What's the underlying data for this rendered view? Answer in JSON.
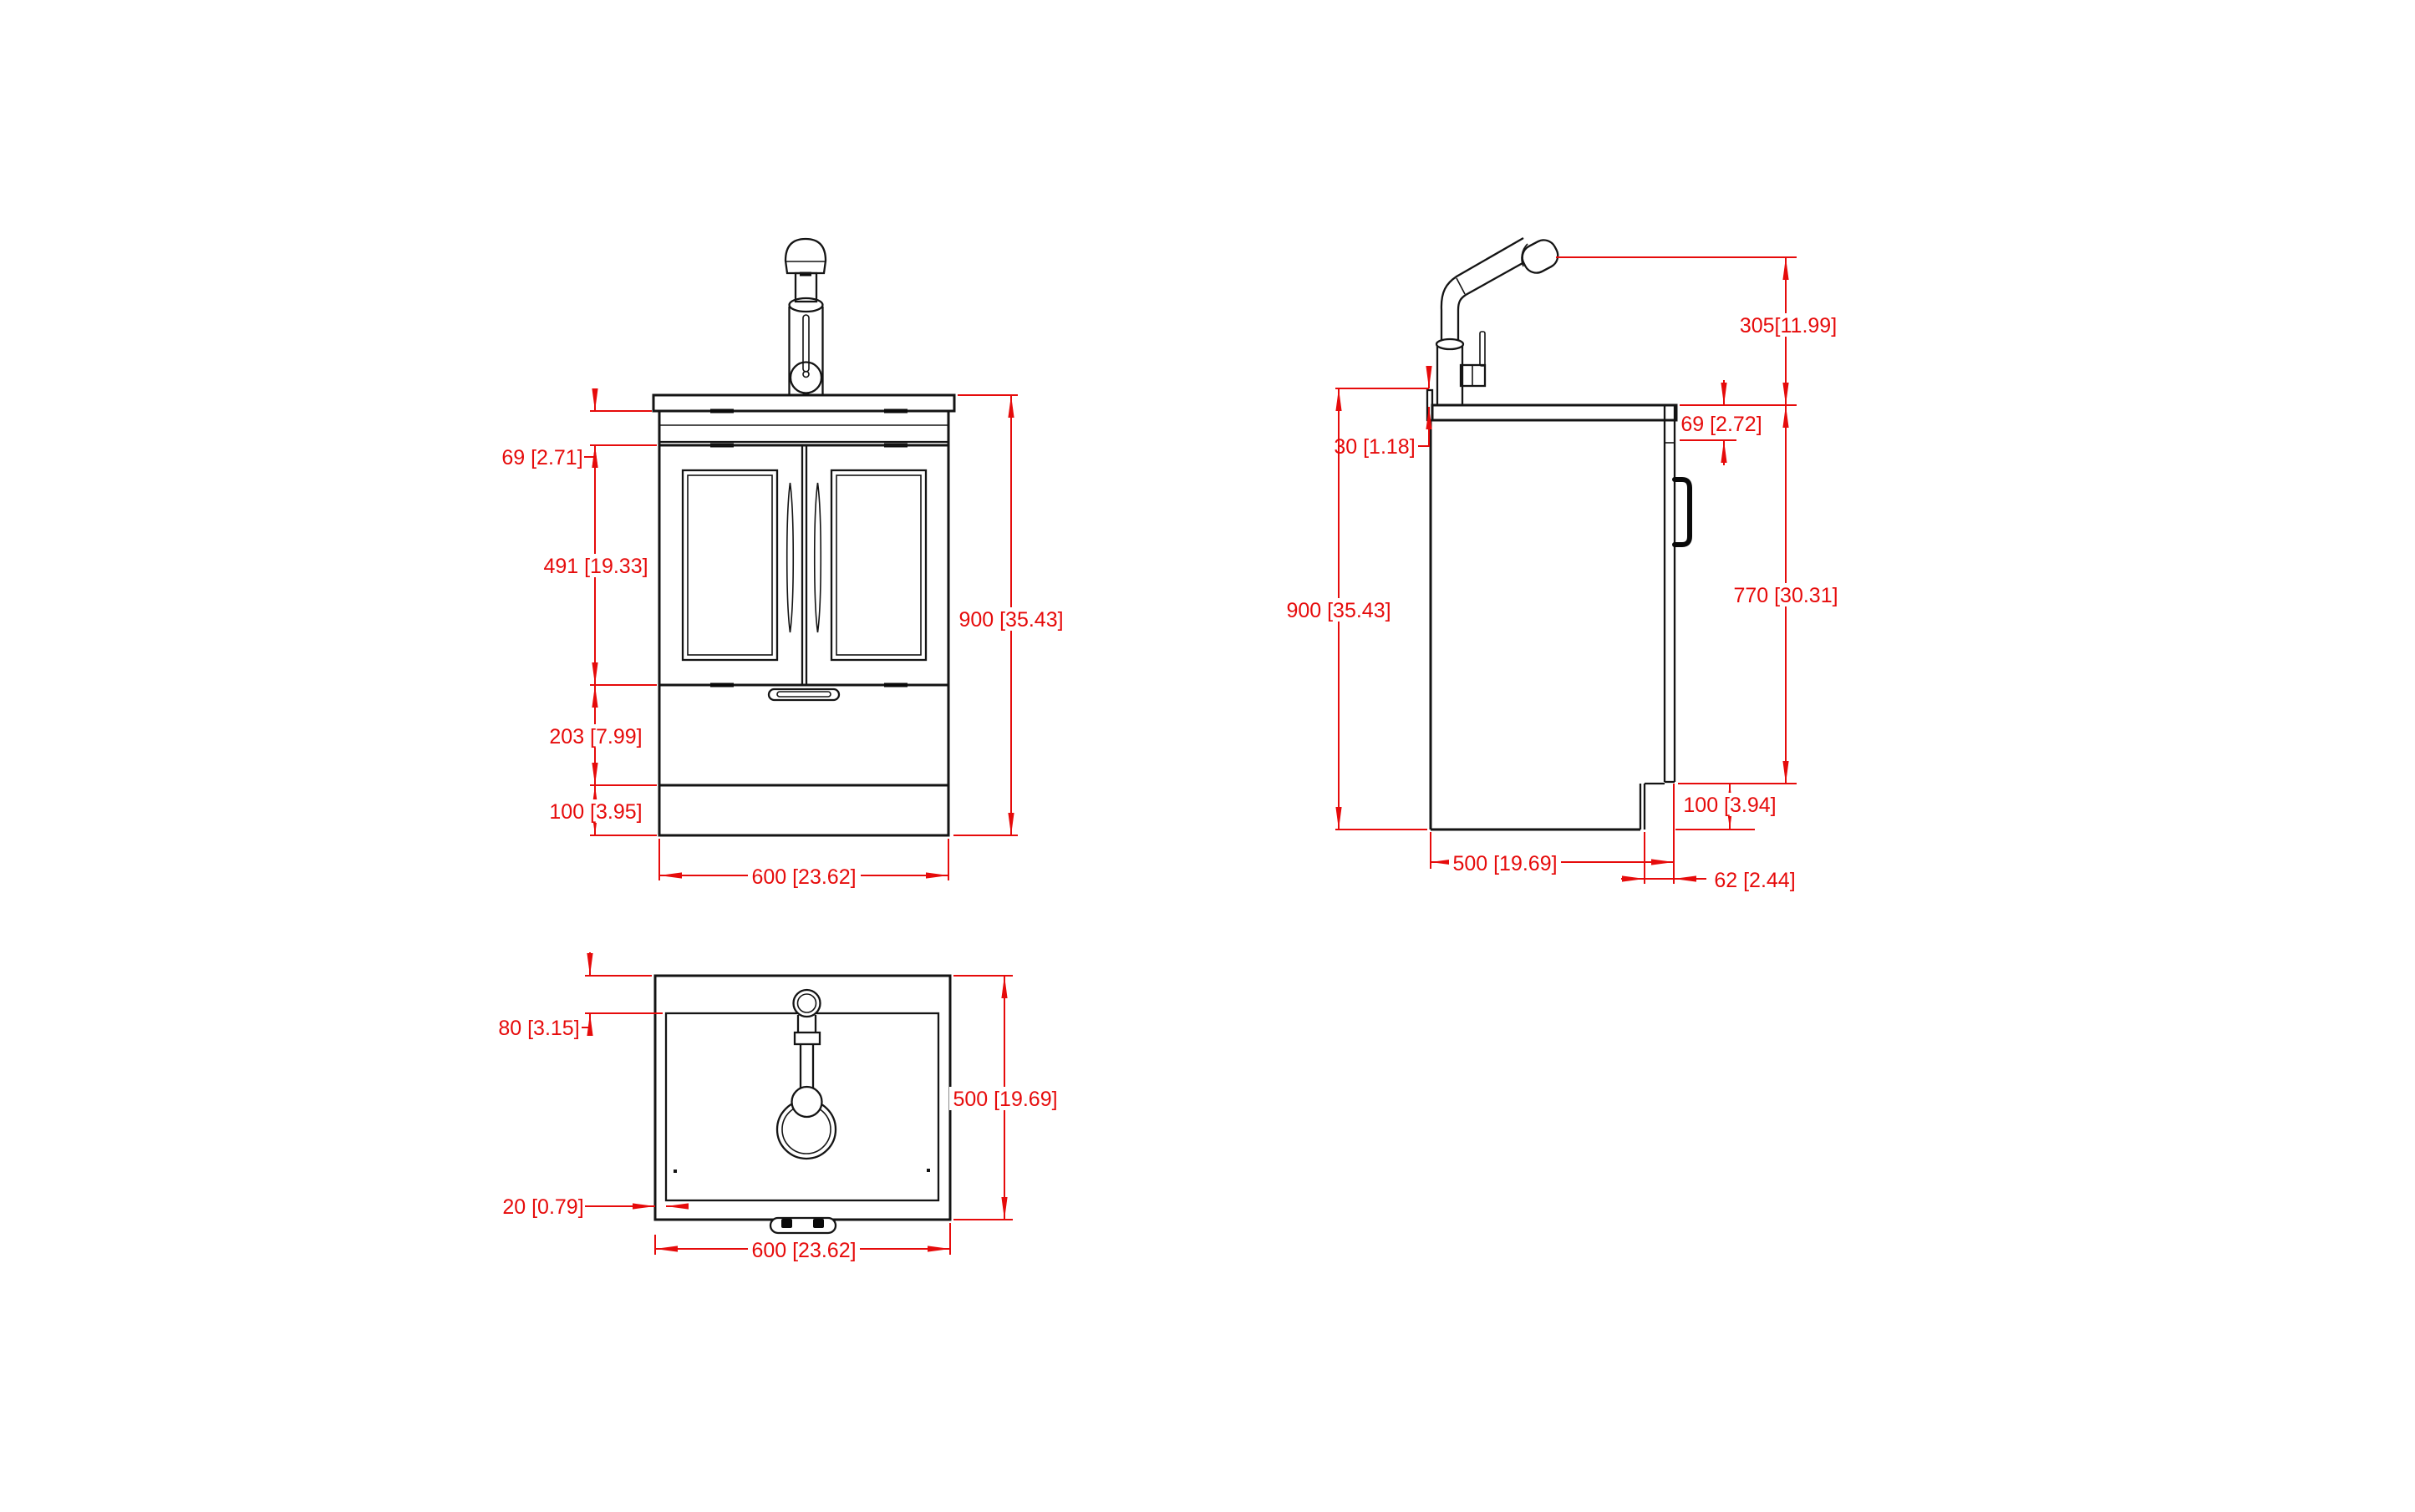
{
  "colors": {
    "dimension_red": "#e60b0b",
    "outline_black": "#141414",
    "background": "#ffffff"
  },
  "views": {
    "front": {
      "name": "front-elevation",
      "dims": {
        "counter_height": "69 [2.71]",
        "door_height": "491 [19.33]",
        "drawer_height": "203 [7.99]",
        "plinth_height": "100 [3.95]",
        "total_height": "900 [35.43]",
        "width": "600 [23.62]"
      }
    },
    "side": {
      "name": "side-elevation",
      "dims": {
        "spout_height": "305[11.99]",
        "counter_height": "69 [2.72]",
        "backsplash_height": "30 [1.18]",
        "total_height": "900 [35.43]",
        "front_height": "770 [30.31]",
        "toe_kick_height": "100 [3.94]",
        "depth": "500 [19.69]",
        "toe_kick_depth": "62 [2.44]"
      }
    },
    "top": {
      "name": "top-plan",
      "dims": {
        "back_offset": "80 [3.15]",
        "edge_inset": "20 [0.79]",
        "depth": "500 [19.69]",
        "width": "600 [23.62]"
      }
    }
  }
}
